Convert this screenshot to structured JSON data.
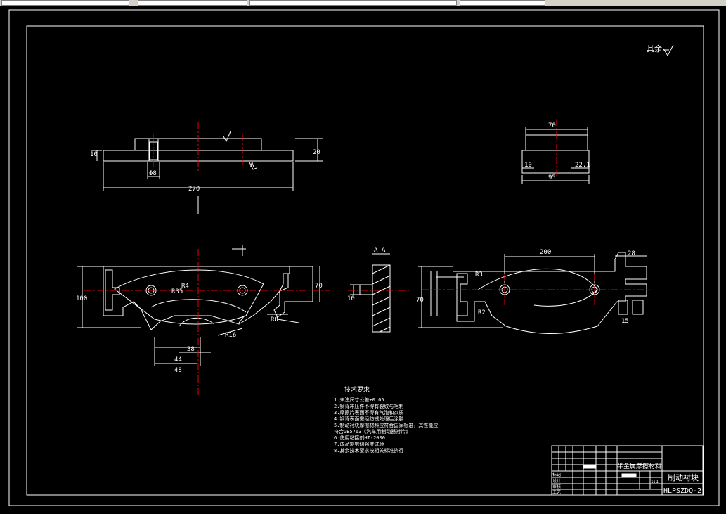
{
  "toolbar": {
    "items": [
      "",
      "",
      "",
      ""
    ]
  },
  "drawing": {
    "roughness_note": "其余",
    "title_material": "半金属摩擦材料",
    "title_part": "制动衬块",
    "drawing_number": "HLPSZDQ-2",
    "section_label": "A—A",
    "section_A": "A",
    "title_block_labels": [
      "标记",
      "设计",
      "审核",
      "工艺"
    ],
    "scale": "1:1",
    "tech_title": "技术要求",
    "tech_notes": [
      "1.未注尺寸公差±0.05",
      "2.钢背冲压件不得有裂纹与毛刺",
      "3.摩擦片表面不得有气泡和杂质",
      "4.钢背表面需经防锈处理后涂胶",
      "5.制动衬块摩擦材料应符合国家标准，其性能应",
      "符合GB5763《汽车用制动器衬片》",
      "6.使用粘接剂HT-2000",
      "7.成品需剪切强度试验",
      "8.其余技术要求按相关标准执行"
    ],
    "dims": {
      "front_total": "270",
      "front_height": "20",
      "front_thick": "10",
      "front_hole": "Φ8",
      "side_width": "70",
      "side_total": "95",
      "side_a": "10",
      "side_b": "22.1",
      "plan_height": "100",
      "plan_height2": "70",
      "plan_r1": "R35",
      "plan_r2": "R4",
      "plan_r3": "R16",
      "plan_r4": "R8",
      "plan_w1": "44",
      "plan_w2": "48",
      "plan_w3": "38",
      "right_width": "200",
      "right_height": "70",
      "right_r": "R3",
      "right_r2": "R2",
      "right_side": "15",
      "right_g": "28",
      "section_dim": "10"
    }
  }
}
